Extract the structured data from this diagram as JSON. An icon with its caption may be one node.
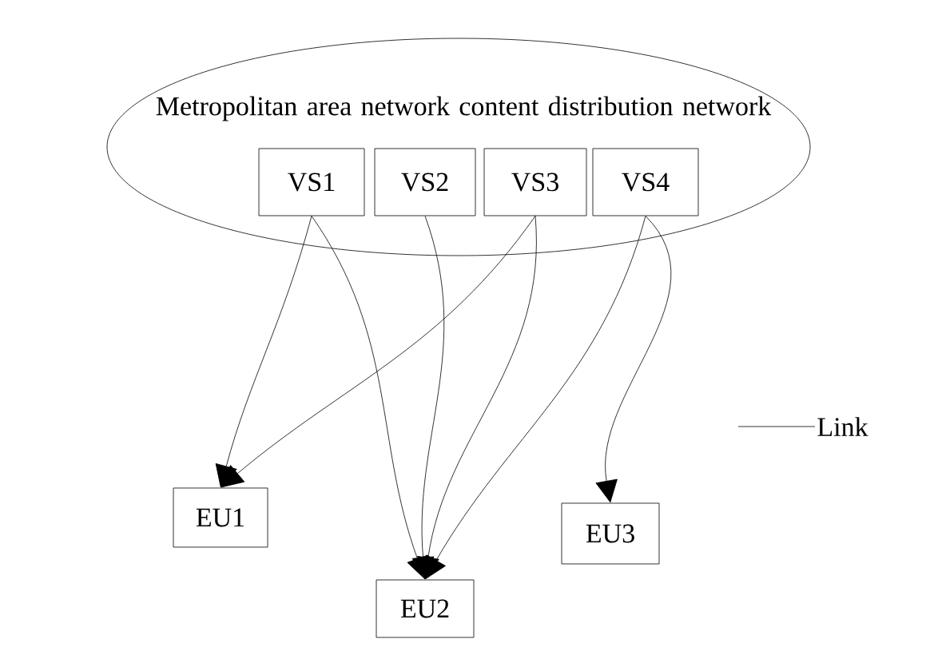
{
  "diagram": {
    "nodes": [
      {
        "text": [
          "Metropolitan area network content distribution network"
        ]
      },
      {
        "text": [
          "VS1"
        ],
        "in": 0
      },
      {
        "text": [
          "VS2"
        ],
        "in": 0
      },
      {
        "text": [
          "VS3"
        ],
        "in": 0
      },
      {
        "text": [
          "VS4"
        ],
        "in": 0
      },
      {
        "text": [
          "EU1"
        ]
      },
      {
        "text": [
          "EU2"
        ]
      },
      {
        "text": [
          "EU3"
        ]
      },
      {
        "text": [
          "Link"
        ]
      }
    ],
    "edges": [
      {
        "from": 1,
        "to": 5,
        "arrow": "to"
      },
      {
        "from": 1,
        "to": 6,
        "arrow": "to"
      },
      {
        "from": 2,
        "to": 6,
        "arrow": "to"
      },
      {
        "from": 3,
        "to": 5,
        "arrow": "to"
      },
      {
        "from": 3,
        "to": 6,
        "arrow": "to"
      },
      {
        "from": 4,
        "to": 6,
        "arrow": "to"
      },
      {
        "from": 4,
        "to": 7,
        "arrow": "to"
      },
      {
        "from": 8,
        "to": null,
        "arrow": "none"
      }
    ]
  }
}
